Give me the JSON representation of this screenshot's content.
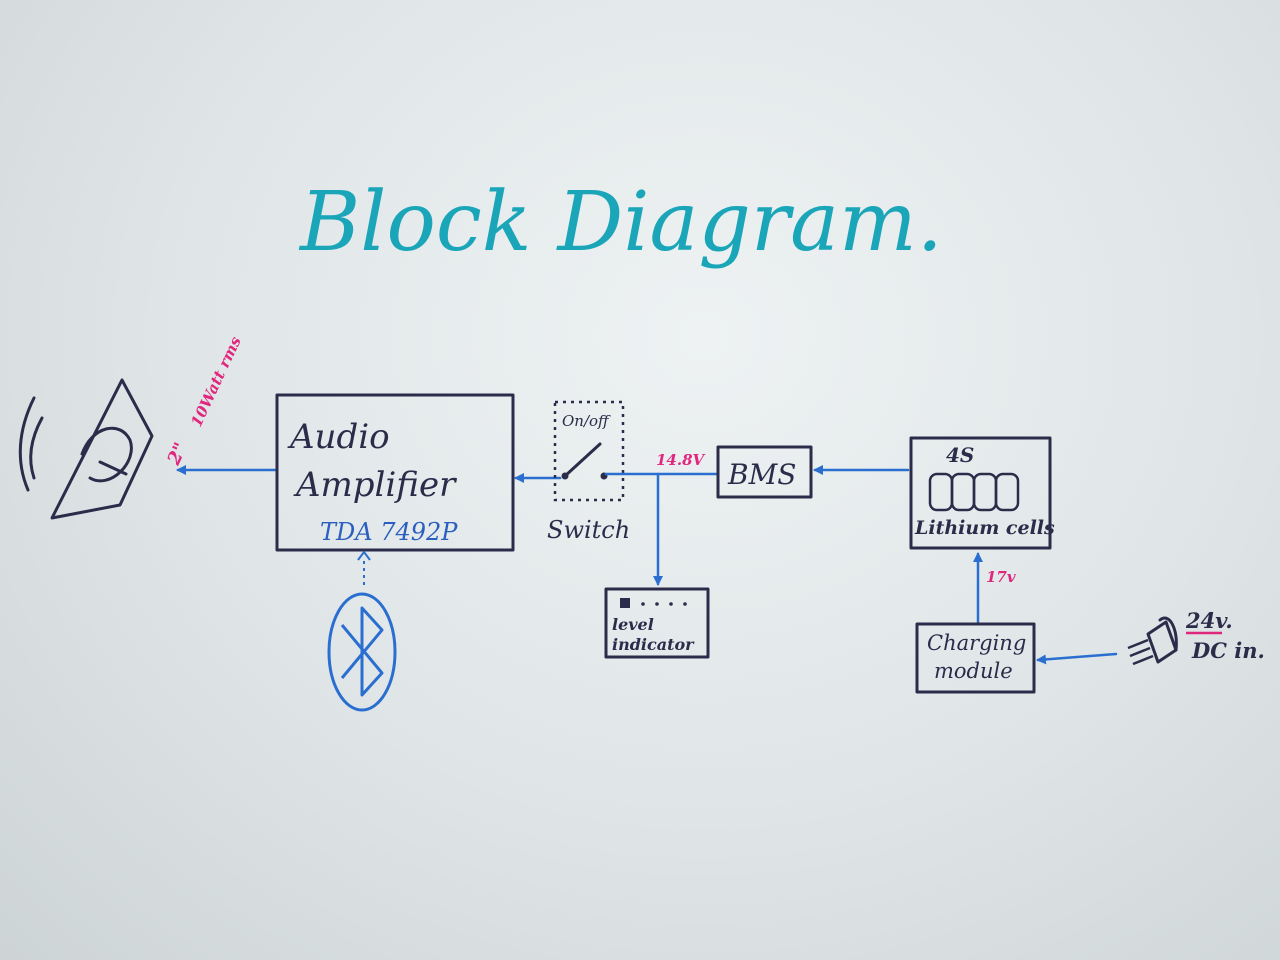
{
  "diagram": {
    "title": "Block Diagram.",
    "speaker": {
      "size_label": "2\"",
      "power_label": "10Watt rms"
    },
    "amplifier": {
      "line1": "Audio",
      "line2": "Amplifier",
      "model": "TDA 7492P"
    },
    "bluetooth": {
      "icon": "bluetooth-icon"
    },
    "switch": {
      "top_label": "On/off",
      "bottom_label": "Switch"
    },
    "voltage_bus": "14.8V",
    "bms": {
      "label": "BMS"
    },
    "battery": {
      "config": "4S",
      "label": "Lithium cells"
    },
    "level_indicator": {
      "line1": "level",
      "line2": "indicator"
    },
    "charge_voltage": "17v",
    "charging_module": {
      "line1": "Charging",
      "line2": "module"
    },
    "dc_input": {
      "voltage": "24v.",
      "label": "DC in."
    },
    "colors": {
      "ink_dark": "#2a2c4a",
      "ink_blue": "#2a6fd0",
      "ink_pink": "#e0267d",
      "ink_teal": "#1aa6b8"
    }
  }
}
